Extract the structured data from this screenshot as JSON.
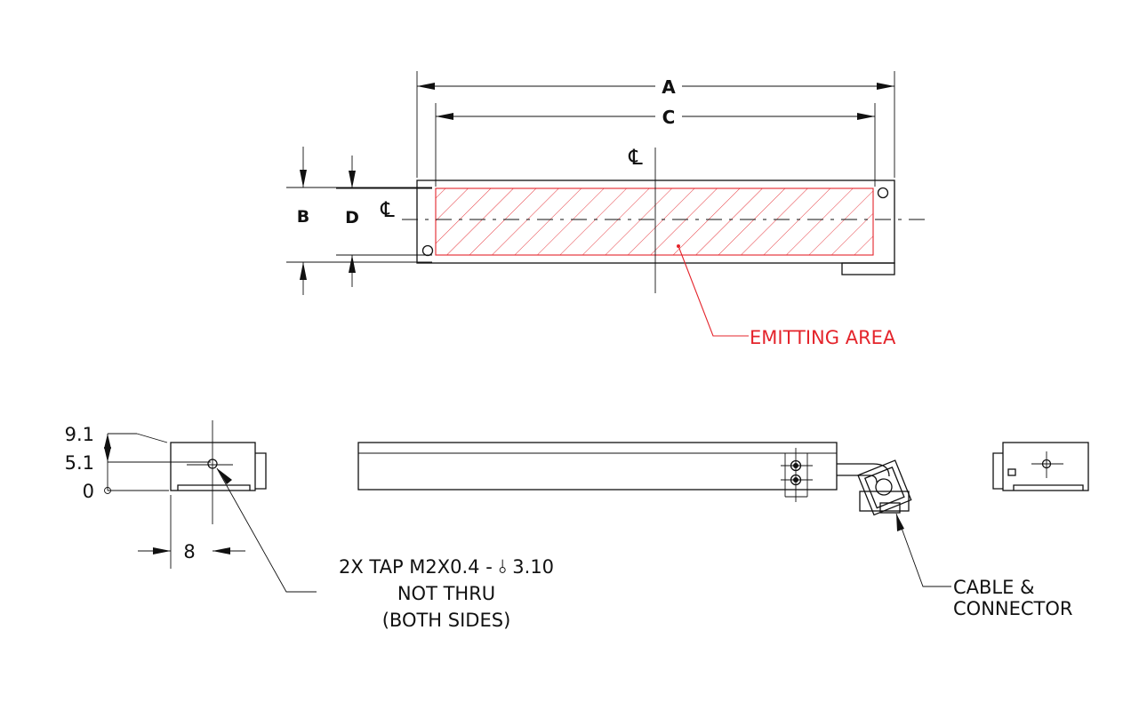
{
  "dimensions": {
    "a": "A",
    "b": "B",
    "c": "C",
    "d": "D",
    "width": "8",
    "height_top": "9.1",
    "height_mid": "5.1",
    "height_base": "0"
  },
  "centerline_symbol": "℄",
  "callouts": {
    "emitting_area": "EMITTING AREA",
    "tap_line1": "2X TAP M2X0.4 - ⫰ 3.10",
    "tap_line2": "NOT THRU",
    "tap_line3": "(BOTH SIDES)",
    "cable_line1": "CABLE &",
    "cable_line2": "CONNECTOR"
  },
  "colors": {
    "line": "#111111",
    "emitting_area": "#e4242b"
  }
}
